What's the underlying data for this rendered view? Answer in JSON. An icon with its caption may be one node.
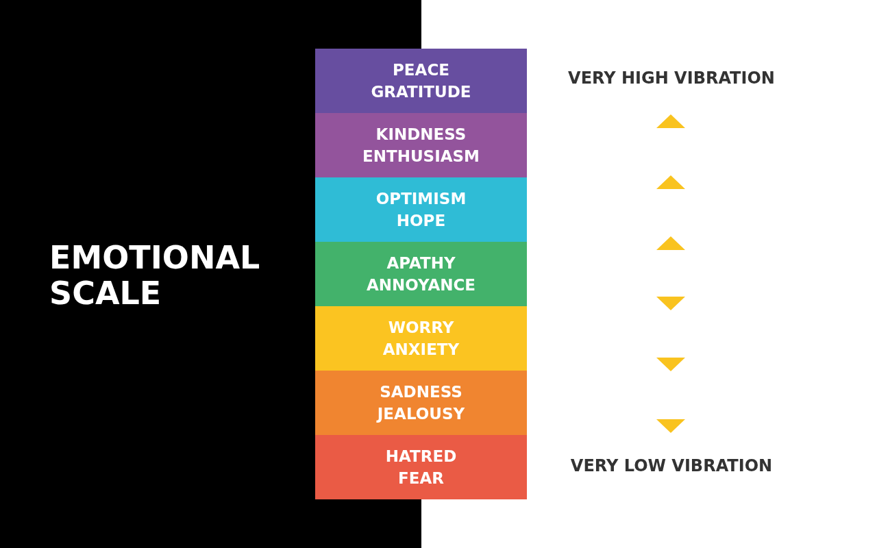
{
  "diagram": {
    "title": "EMOTIONAL SCALE",
    "nodes": [
      {
        "text": [
          "PEACE",
          "GRATITUDE"
        ]
      },
      {
        "text": [
          "KINDNESS",
          "ENTHUSIASM"
        ]
      },
      {
        "text": [
          "OPTIMISM",
          "HOPE"
        ]
      },
      {
        "text": [
          "APATHY",
          "ANNOYANCE"
        ]
      },
      {
        "text": [
          "WORRY",
          "ANXIETY"
        ]
      },
      {
        "text": [
          "SADNESS",
          "JEALOUSY"
        ]
      },
      {
        "text": [
          "HATRED",
          "FEAR"
        ]
      }
    ],
    "edges": [],
    "labels": [
      "VERY HIGH VIBRATION",
      "VERY LOW VIBRATION"
    ]
  }
}
